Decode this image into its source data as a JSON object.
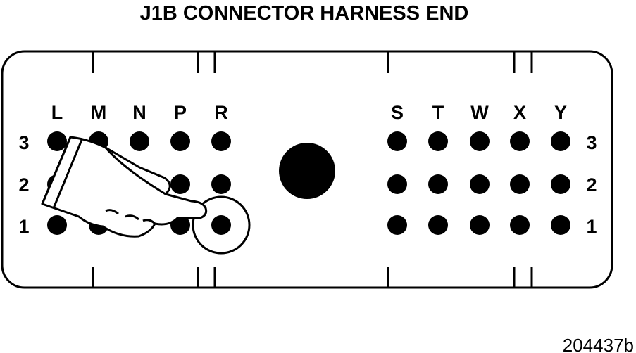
{
  "title": "J1B CONNECTOR HARNESS END",
  "reference_number": "204437b",
  "left_block": {
    "columns": [
      "L",
      "M",
      "N",
      "P",
      "R"
    ],
    "rows": [
      "3",
      "2",
      "1"
    ]
  },
  "right_block": {
    "columns": [
      "S",
      "T",
      "W",
      "X",
      "Y"
    ],
    "rows": [
      "3",
      "2",
      "1"
    ]
  },
  "highlighted_terminal": "R1",
  "pointer_icon": "pointing-hand-icon",
  "colors": {
    "ink": "#000000",
    "background": "#ffffff"
  }
}
